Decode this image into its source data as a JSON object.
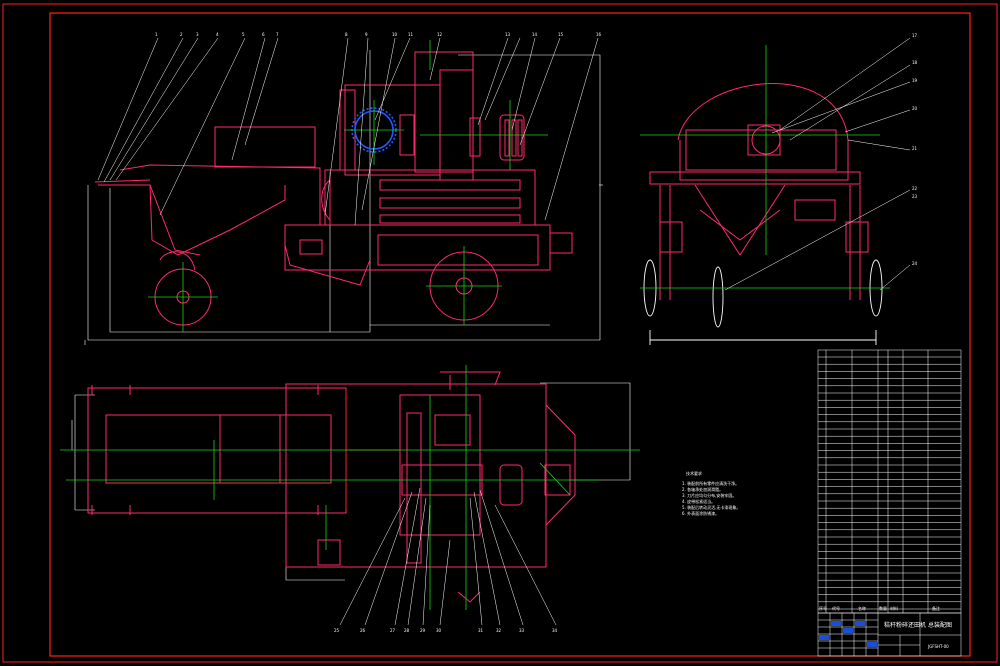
{
  "drawing": {
    "title_cn": "秸秆粉碎还田机",
    "assembly_label": "总装配图",
    "drawing_no": "JGFSHT-00",
    "notes_heading": "技术要求",
    "notes": [
      "1. 装配前所有零件应清洗干净。",
      "2. 各轴承处加润滑脂。",
      "3. 刀片应均匀分布,安装牢固。",
      "4. 皮带松紧适当。",
      "5. 装配后转动灵活,无卡滞现象。",
      "6. 外表面涂防锈漆。"
    ]
  },
  "callouts": {
    "front_top": [
      "1",
      "2",
      "3",
      "4",
      "5",
      "6",
      "7",
      "8",
      "9",
      "10",
      "11",
      "12",
      "13",
      "14",
      "15",
      "16"
    ],
    "side": [
      "17",
      "18",
      "19",
      "20",
      "21",
      "22",
      "23",
      "24"
    ],
    "plan_bottom": [
      "25",
      "26",
      "27",
      "28",
      "29",
      "30",
      "31",
      "32",
      "33",
      "34"
    ]
  },
  "bom_header": [
    "序号",
    "代号",
    "名称",
    "数量",
    "材料",
    "备注"
  ],
  "colors": {
    "frame": "#ff2020",
    "outline": "#ff2a6d",
    "centerline": "#19d219",
    "dimension": "#ffffff",
    "highlight_gear": "#1f5cff",
    "text": "#ffffff"
  }
}
